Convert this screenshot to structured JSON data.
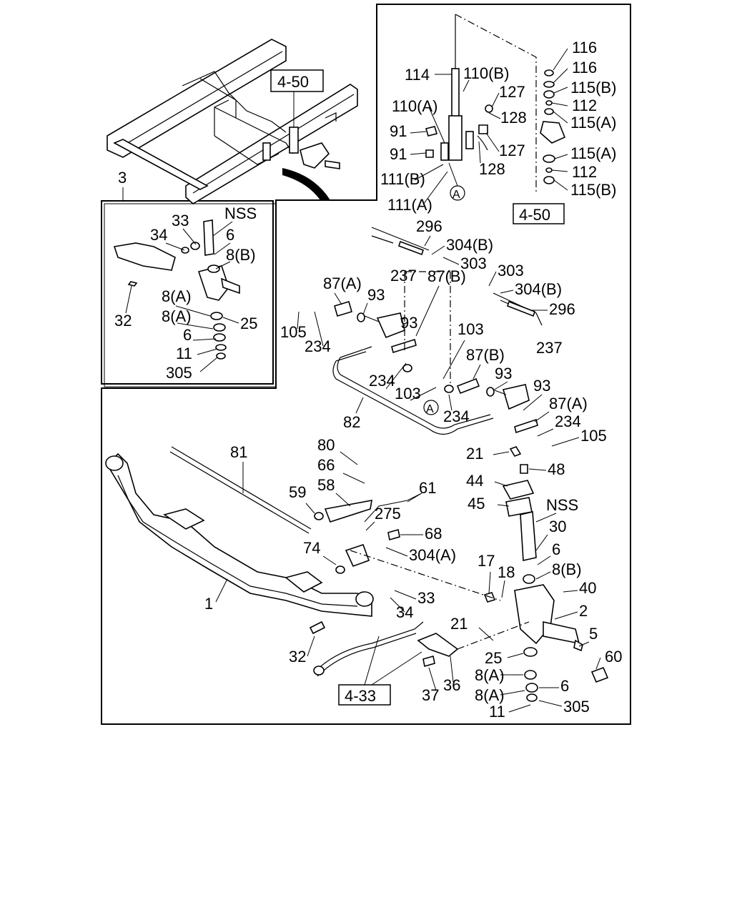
{
  "refs": {
    "r450a": "4-50",
    "r450b": "4-50",
    "r433": "4-33"
  },
  "markers": {
    "a1": "A",
    "a2": "A"
  },
  "labels": {
    "p116a": "116",
    "p116b": "116",
    "p115ba": "115(B)",
    "p112a": "112",
    "p115aa": "115(A)",
    "p115ab": "115(A)",
    "p112b": "112",
    "p115bb": "115(B)",
    "p114": "114",
    "p110b": "110(B)",
    "p110a": "110(A)",
    "p127a": "127",
    "p128a": "128",
    "p91a": "91",
    "p91b": "91",
    "p127b": "127",
    "p128b": "128",
    "p111b": "111(B)",
    "p111a": "111(A)",
    "p3": "3",
    "p33a": "33",
    "pnssa": "NSS",
    "p34a": "34",
    "p6a": "6",
    "p8ba": "8(B)",
    "p32a": "32",
    "p8aa": "8(A)",
    "p8ab": "8(A)",
    "p25a": "25",
    "p6b": "6",
    "p11a": "11",
    "p305a": "305",
    "p296a": "296",
    "p304ba": "304(B)",
    "p303a": "303",
    "p237a": "237",
    "p87aa": "87(A)",
    "p87ba": "87(B)",
    "p93a": "93",
    "p93b": "93",
    "p105a": "105",
    "p234a": "234",
    "p303b": "303",
    "p304bb": "304(B)",
    "p296b": "296",
    "p103a": "103",
    "p87bb": "87(B)",
    "p237b": "237",
    "p93c": "93",
    "p93d": "93",
    "p234b": "234",
    "p103b": "103",
    "p234c": "234",
    "p82": "82",
    "p87ab": "87(A)",
    "p234d": "234",
    "p105b": "105",
    "p81": "81",
    "p80": "80",
    "p66": "66",
    "p59": "59",
    "p58": "58",
    "p61": "61",
    "p275": "275",
    "p68": "68",
    "p74": "74",
    "p304a": "304(A)",
    "p21a": "21",
    "p48": "48",
    "p44": "44",
    "p45": "45",
    "pnssb": "NSS",
    "p30": "30",
    "p6c": "6",
    "p8bb": "8(B)",
    "p17": "17",
    "p18": "18",
    "p40": "40",
    "p1": "1",
    "p33b": "33",
    "p34b": "34",
    "p2": "2",
    "p21b": "21",
    "p5": "5",
    "p32b": "32",
    "p25b": "25",
    "p60": "60",
    "p8ac": "8(A)",
    "p36": "36",
    "p6d": "6",
    "p37": "37",
    "p8ad": "8(A)",
    "p305b": "305",
    "p11b": "11"
  }
}
